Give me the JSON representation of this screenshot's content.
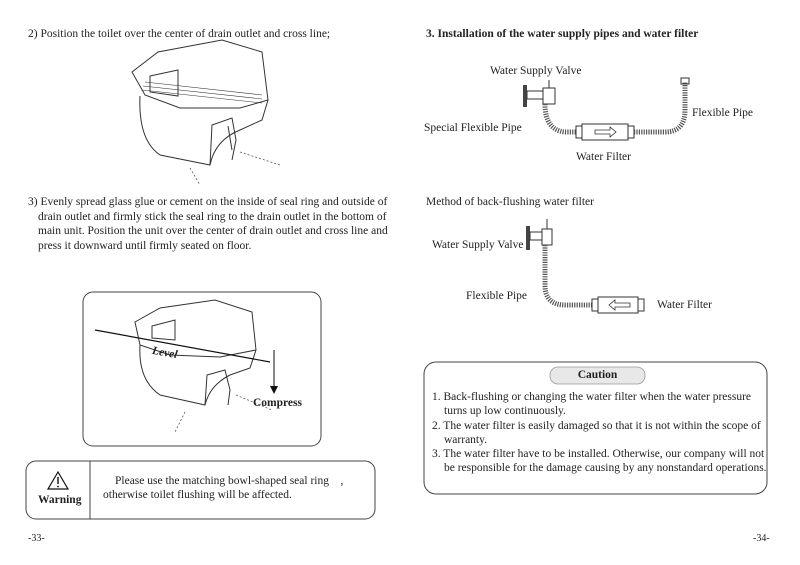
{
  "left_page": {
    "step2": "2) Position the toilet over the center of drain outlet and cross line;",
    "step3_lines": [
      "3) Evenly spread glass glue or cement on the inside of seal ring and outside of",
      "drain outlet and firmly stick the seal ring to the drain outlet in the bottom of",
      "main unit. Position the unit over the center of drain outlet and cross line and",
      "press it downward until firmly seated on floor."
    ],
    "figure_labels": {
      "level": "Level",
      "compress": "Compress"
    },
    "warning": {
      "label": "Warning",
      "line1": "Please use the matching bowl-shaped seal ring　,",
      "line2": "otherwise toilet flushing will be affected."
    },
    "page_number": "-33-"
  },
  "right_page": {
    "section_title": "3. Installation of the water supply pipes and water filter",
    "diagram1": {
      "water_supply_valve": "Water Supply Valve",
      "special_flexible_pipe": "Special Flexible Pipe",
      "flexible_pipe": "Flexible Pipe",
      "water_filter": "Water Filter"
    },
    "backflush_title": "Method of back-flushing water filter",
    "diagram2": {
      "water_supply_valve": "Water Supply Valve",
      "flexible_pipe": "Flexible Pipe",
      "water_filter": "Water Filter"
    },
    "caution": {
      "title": "Caution",
      "item1_l1": "1. Back-flushing or changing the water filter when the water pressure",
      "item1_l2": "turns up low continuously.",
      "item2_l1": "2. The water filter is easily damaged so that it is not within the scope of",
      "item2_l2": "warranty.",
      "item3_l1": "3. The water filter have to be installed. Otherwise, our company will not",
      "item3_l2": "be responsible for the damage causing by any nonstandard operations."
    },
    "page_number": "-34-"
  }
}
